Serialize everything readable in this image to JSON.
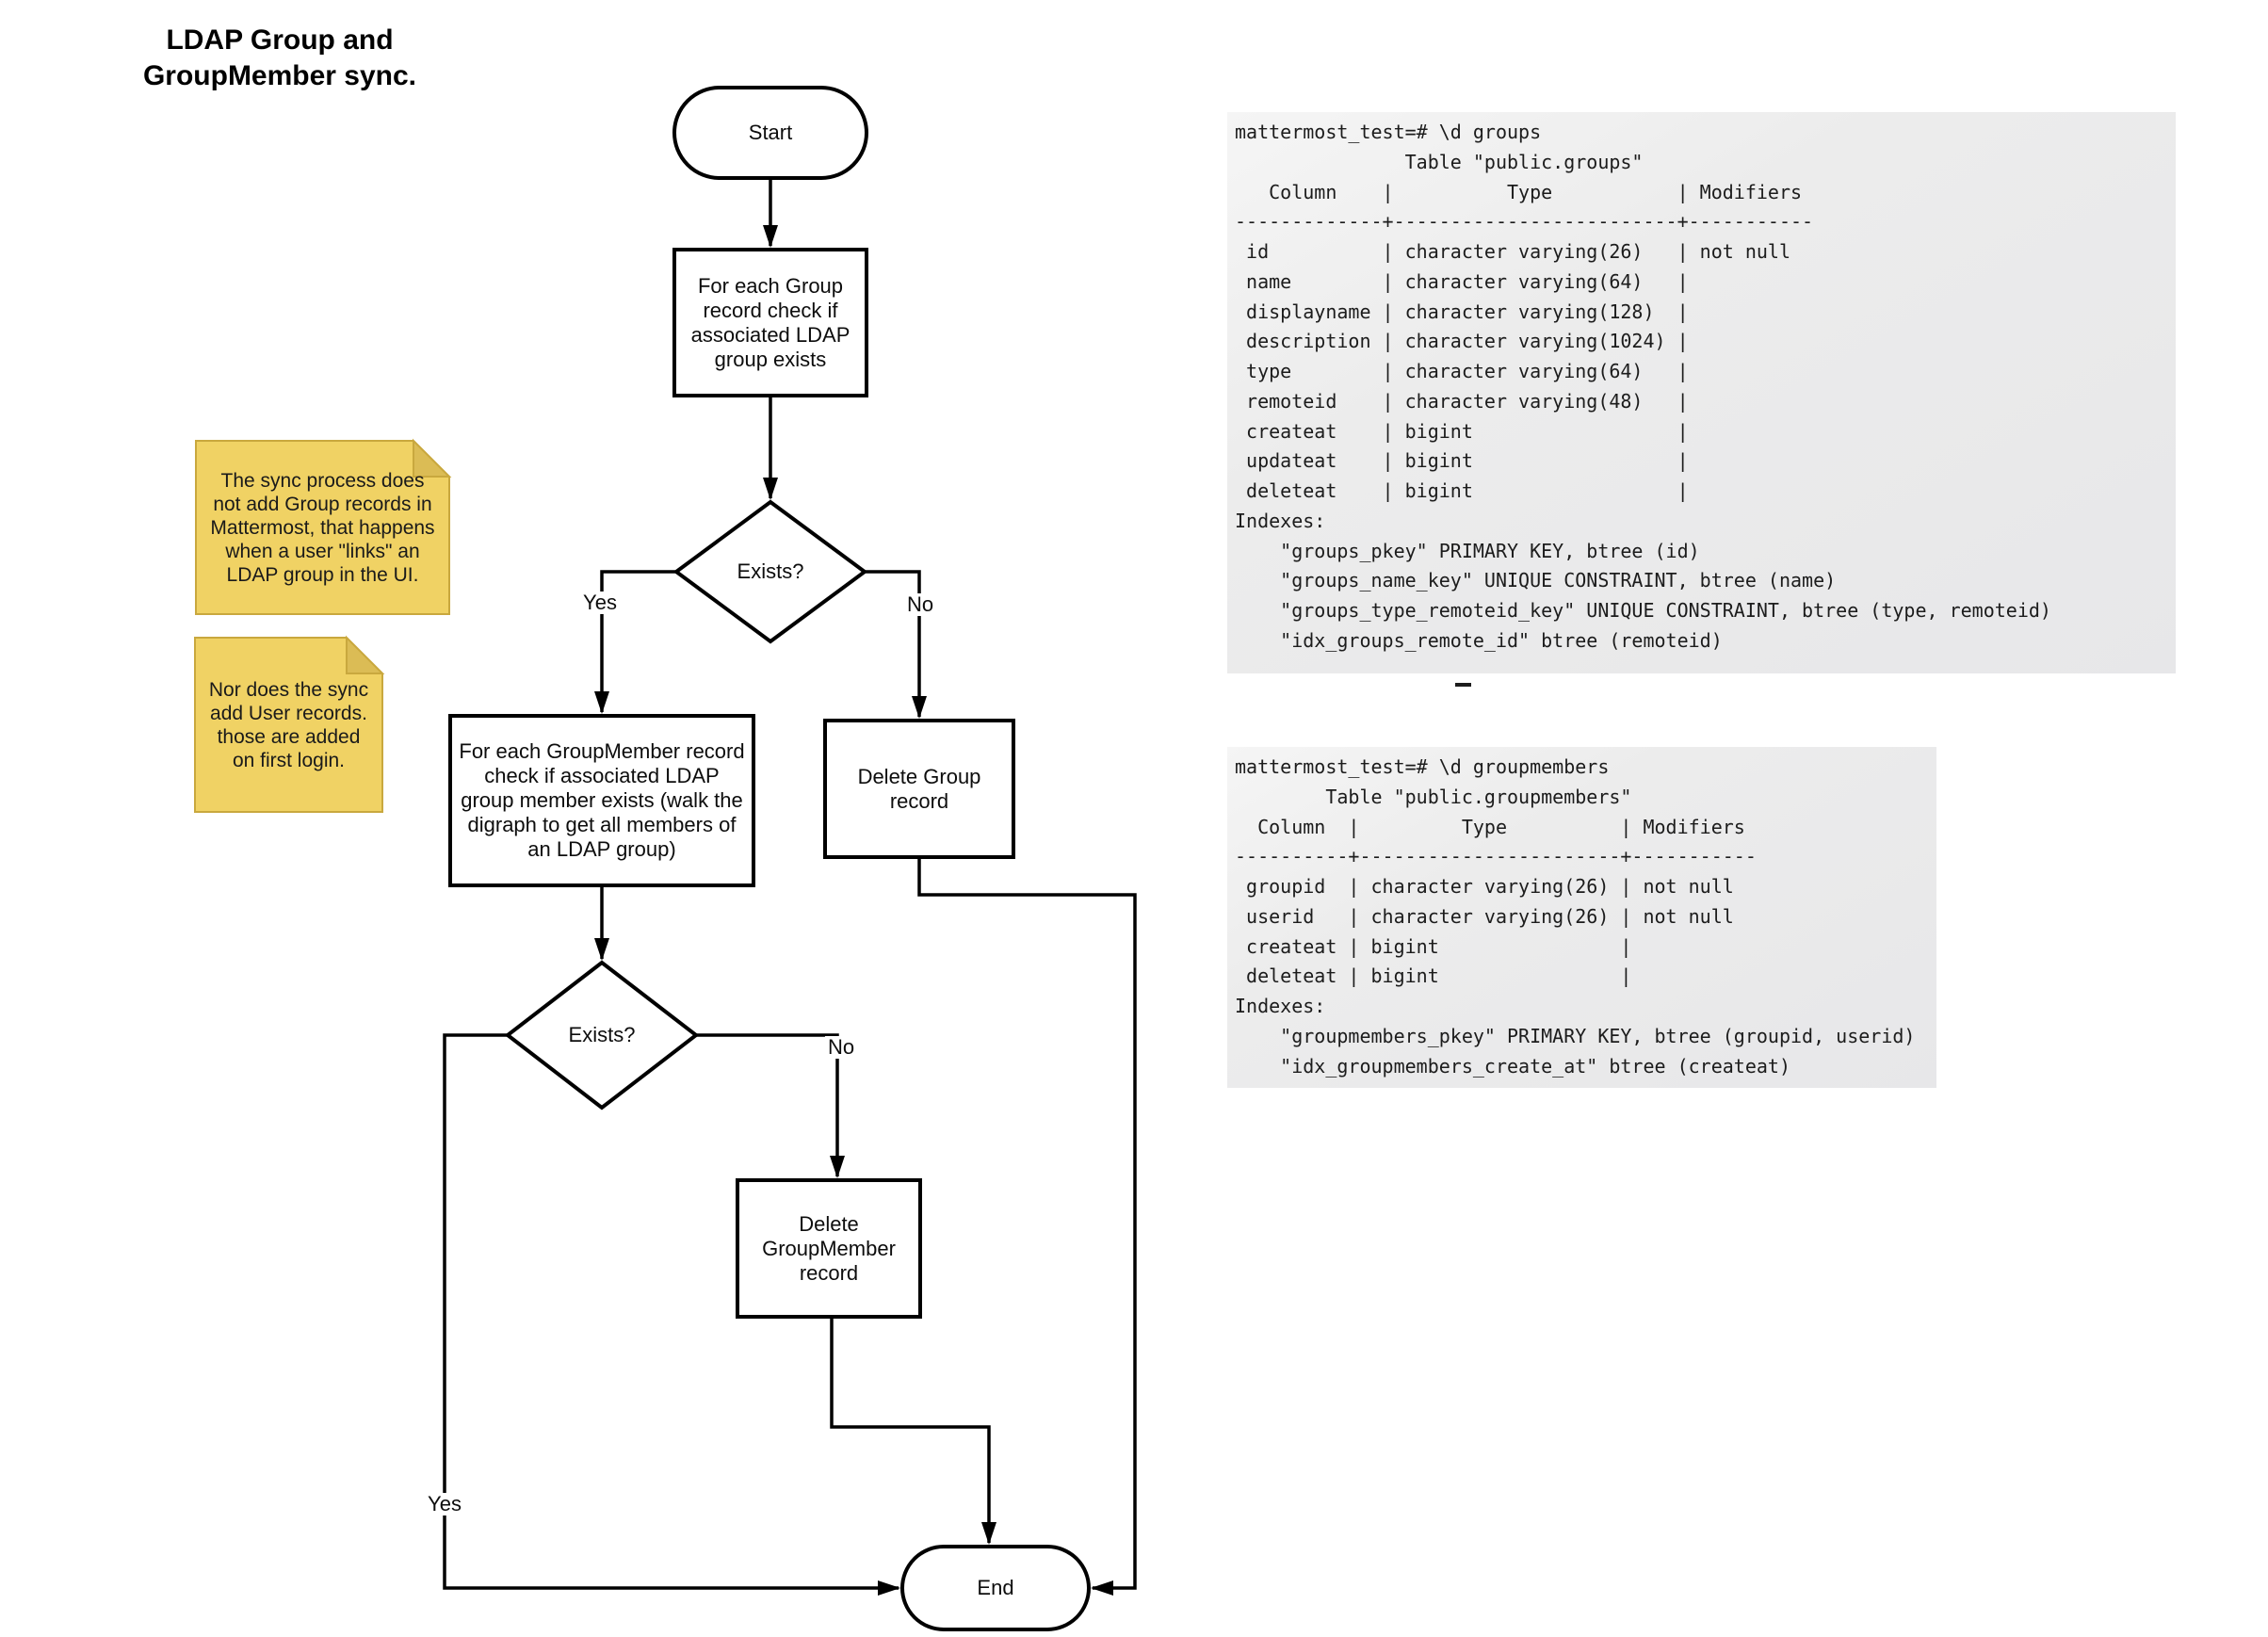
{
  "title": {
    "lines": [
      "LDAP Group and",
      "GroupMember sync."
    ]
  },
  "flowchart": {
    "start": {
      "label": "Start"
    },
    "check_group": {
      "lines": [
        "For each Group",
        "record check if",
        "associated LDAP",
        "group exists"
      ]
    },
    "exists_group": {
      "label": "Exists?"
    },
    "check_groupmember": {
      "lines": [
        "For each GroupMember record",
        "check if associated LDAP",
        "group member exists (walk the",
        "digraph to get all members of",
        "an LDAP group)"
      ]
    },
    "delete_group": {
      "lines": [
        "Delete Group",
        "record"
      ]
    },
    "exists_groupmember": {
      "label": "Exists?"
    },
    "delete_groupmember": {
      "lines": [
        "Delete",
        "GroupMember",
        "record"
      ]
    },
    "end": {
      "label": "End"
    },
    "labels": {
      "yes1": "Yes",
      "no1": "No",
      "yes2": "Yes",
      "no2": "No"
    }
  },
  "notes": [
    {
      "lines": [
        "The sync process does",
        "not add Group records in",
        "Mattermost, that happens",
        "when a user \"links\" an",
        "LDAP group in the UI."
      ]
    },
    {
      "lines": [
        "Nor does the sync",
        "add User records.",
        "those are added",
        "on first login."
      ]
    }
  ],
  "terminals": [
    {
      "lines": [
        "mattermost_test=# \\d groups",
        "               Table \"public.groups\"",
        "   Column    |          Type           | Modifiers ",
        "-------------+-------------------------+-----------",
        " id          | character varying(26)   | not null",
        " name        | character varying(64)   | ",
        " displayname | character varying(128)  | ",
        " description | character varying(1024) | ",
        " type        | character varying(64)   | ",
        " remoteid    | character varying(48)   | ",
        " createat    | bigint                  | ",
        " updateat    | bigint                  | ",
        " deleteat    | bigint                  | ",
        "Indexes:",
        "    \"groups_pkey\" PRIMARY KEY, btree (id)",
        "    \"groups_name_key\" UNIQUE CONSTRAINT, btree (name)",
        "    \"groups_type_remoteid_key\" UNIQUE CONSTRAINT, btree (type, remoteid)",
        "    \"idx_groups_remote_id\" btree (remoteid)"
      ]
    },
    {
      "lines": [
        "mattermost_test=# \\d groupmembers",
        "        Table \"public.groupmembers\"",
        "  Column  |         Type          | Modifiers ",
        "----------+-----------------------+-----------",
        " groupid  | character varying(26) | not null",
        " userid   | character varying(26) | not null",
        " createat | bigint                | ",
        " deleteat | bigint                | ",
        "Indexes:",
        "    \"groupmembers_pkey\" PRIMARY KEY, btree (groupid, userid)",
        "    \"idx_groupmembers_create_at\" btree (createat)"
      ]
    }
  ],
  "colors": {
    "line": "#000000",
    "note_fill": "#F0D264",
    "note_fold": "#DBBC55",
    "note_stroke": "#C9A83E",
    "terminal_bg": "#ECECEC"
  }
}
